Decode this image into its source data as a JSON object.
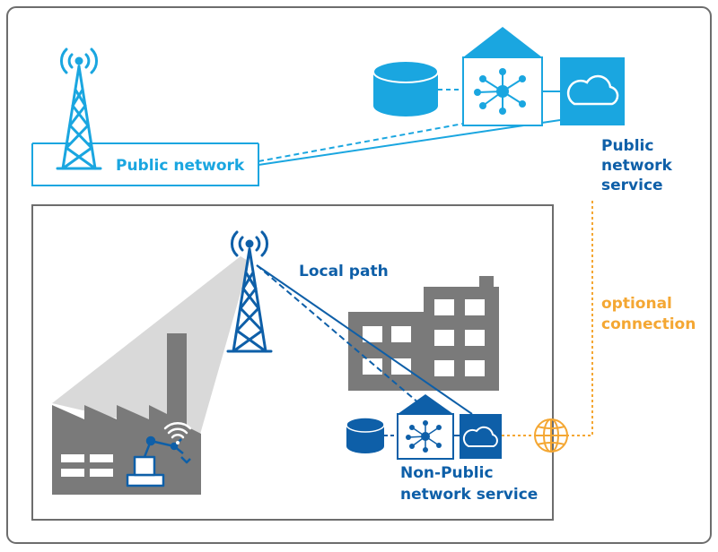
{
  "public_network": {
    "label": "Public network",
    "service_label_lines": [
      "Public",
      "network",
      "service"
    ]
  },
  "optional_connection": {
    "label_lines": [
      "optional",
      "connection"
    ]
  },
  "local_path": {
    "label": "Local path"
  },
  "non_public": {
    "service_label_lines": [
      "Non-Public",
      "network service"
    ]
  },
  "colors": {
    "light_blue": "#1aa6e0",
    "dark_blue": "#0e5fa8",
    "orange": "#f4a733",
    "gray": "#7a7a7a",
    "light_gray": "#d9d9d9",
    "frame": "#6d6d6d"
  },
  "icons": [
    "antenna-tower-icon",
    "database-icon",
    "network-hub-icon",
    "cloud-icon",
    "globe-icon",
    "factory-icon",
    "robot-arm-icon",
    "wifi-icon",
    "office-building-icon"
  ]
}
